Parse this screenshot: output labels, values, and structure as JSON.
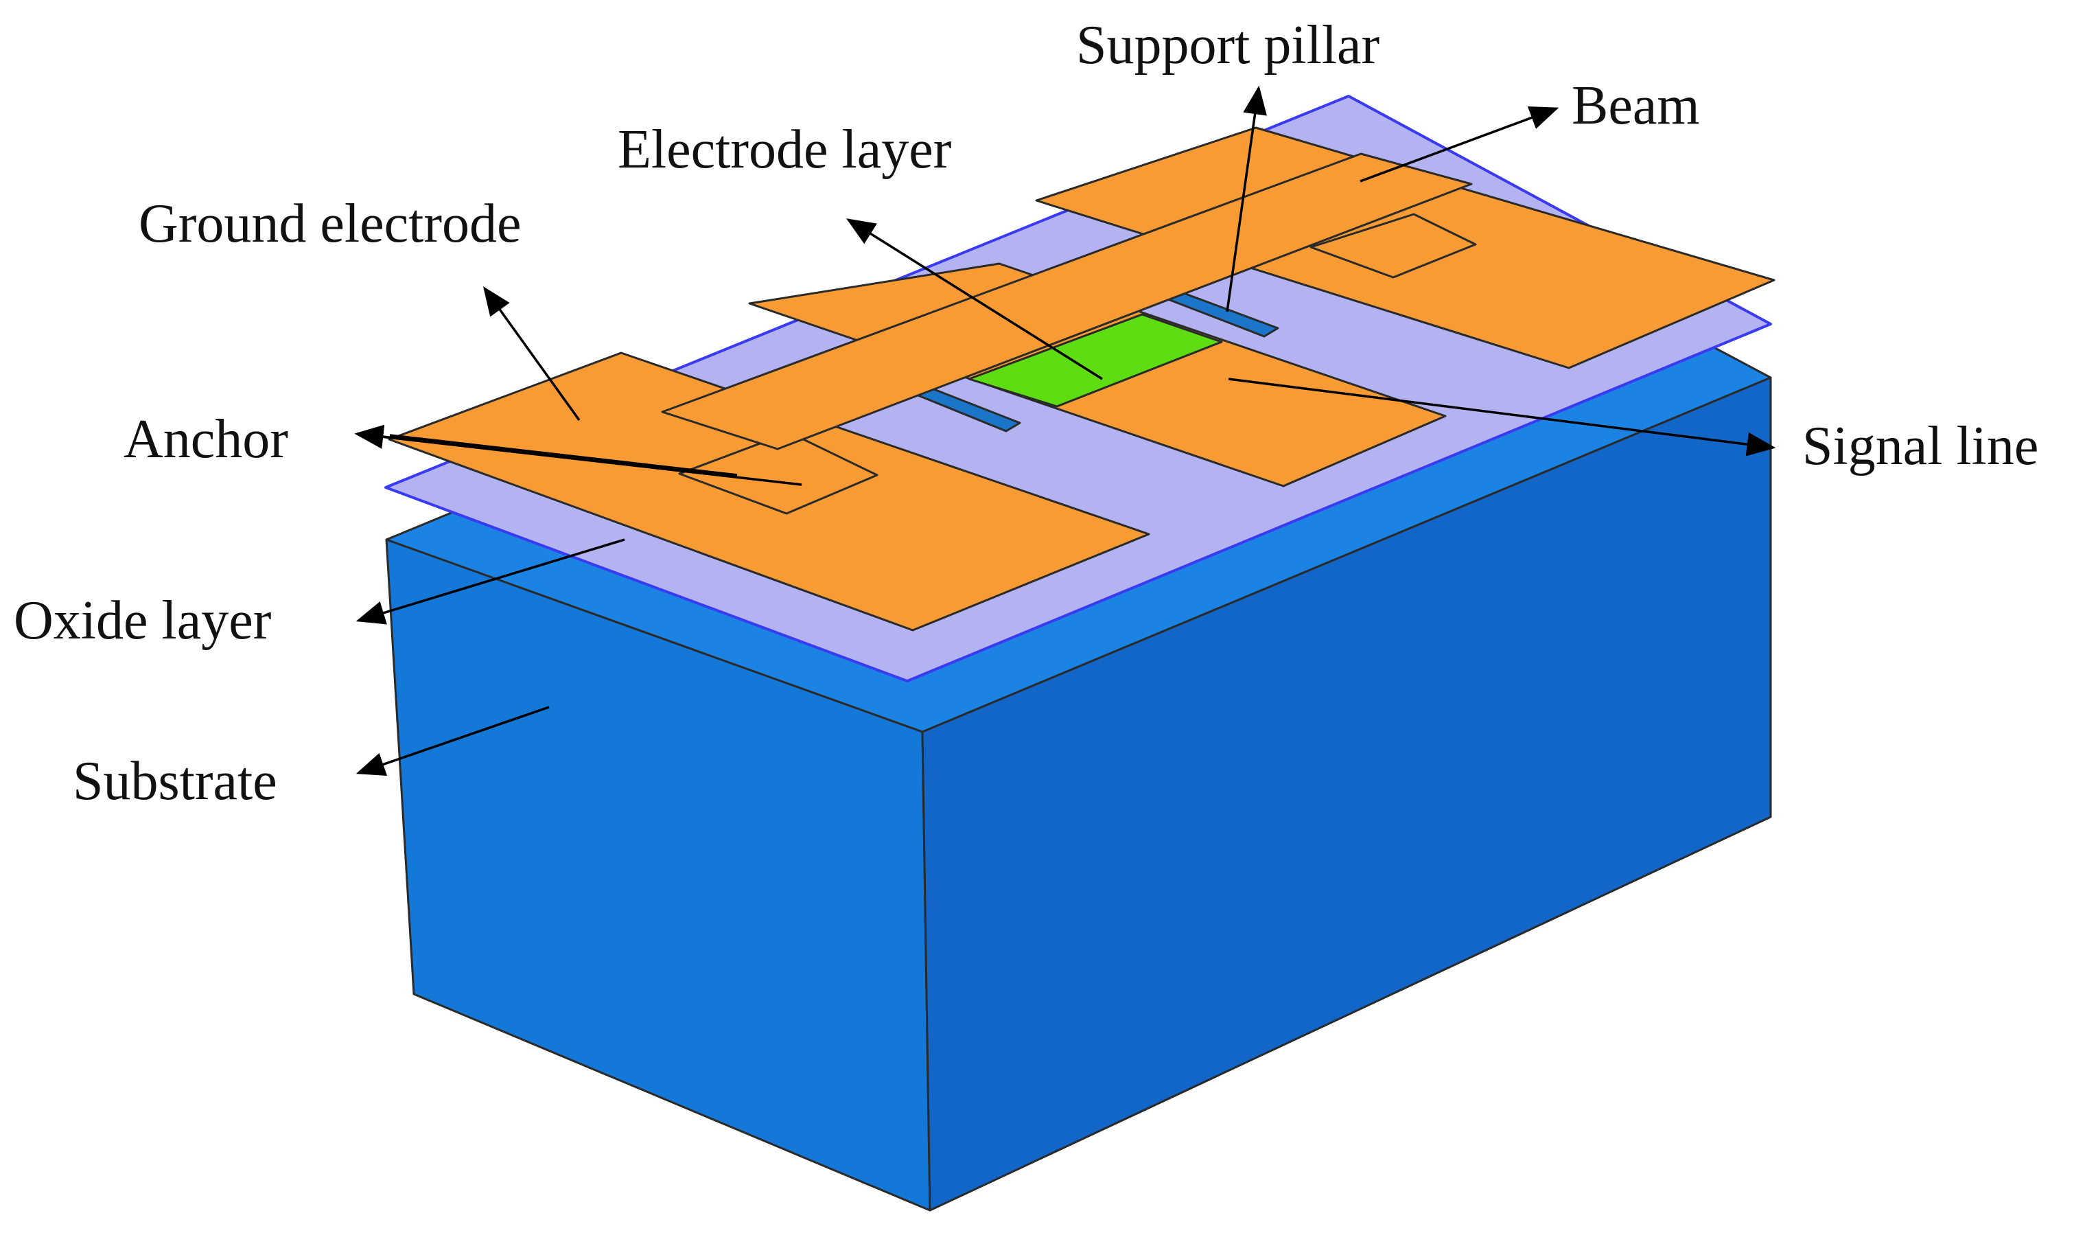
{
  "labels": {
    "support_pillar": "Support pillar",
    "beam": "Beam",
    "electrode_layer": "Electrode layer",
    "ground_electrode": "Ground electrode",
    "anchor": "Anchor",
    "signal_line": "Signal line",
    "oxide_layer": "Oxide layer",
    "substrate": "Substrate"
  },
  "colors": {
    "substrate_front": "#1378d8",
    "substrate_right": "#1166c7",
    "substrate_top": "#1b83e4",
    "oxide": "#b3b3f2",
    "oxide_edge": "#3a3af0",
    "metal": "#f99b34",
    "electrode_pad": "#5ede12",
    "pillar": "#1b75c9",
    "background": "#ffffff"
  }
}
